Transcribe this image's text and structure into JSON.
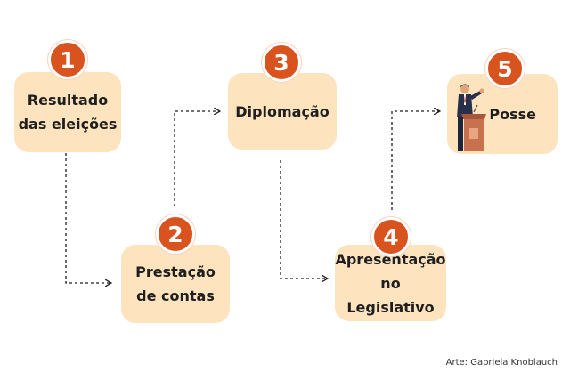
{
  "steps": [
    {
      "number": "1",
      "label": "Resultado\ndas eleições"
    },
    {
      "number": "2",
      "label": "Prestação\nde contas"
    },
    {
      "number": "3",
      "label": "Diplomação"
    },
    {
      "number": "4",
      "label": "Apresentação\nno Legislativo"
    },
    {
      "number": "5",
      "label": "Posse"
    }
  ],
  "credit": "Arte: Gabriela Knoblauch",
  "colors": {
    "box": "#fde3be",
    "badge": "#d9531e",
    "arrow": "#1f1f1f"
  },
  "icons": {
    "step5": "speaker-at-podium-icon"
  }
}
